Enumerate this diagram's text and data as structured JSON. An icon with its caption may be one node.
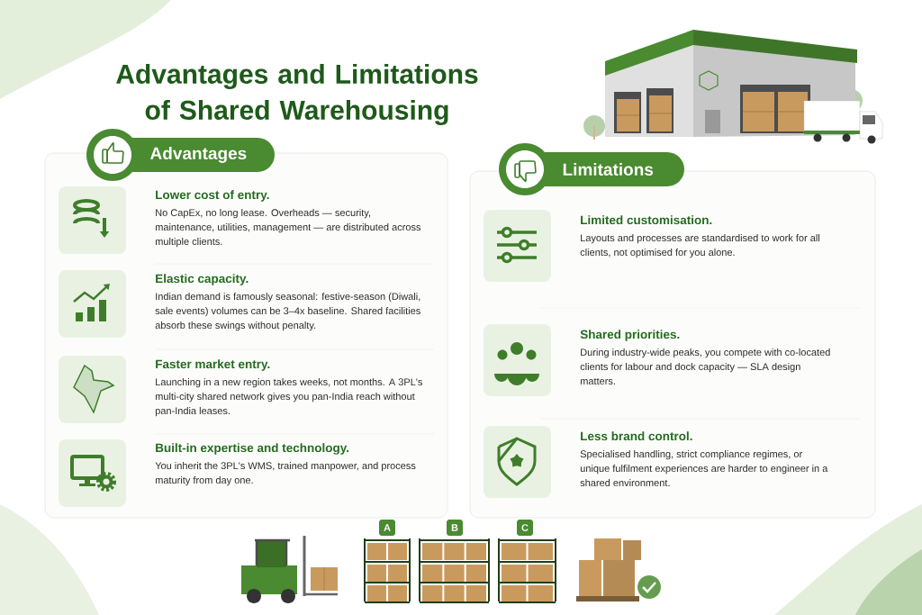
{
  "diagram": {
    "title": "Advantages and Limitations of Shared Warehousing",
    "nodes": [
      {
        "text": [
          "Advantages"
        ]
      },
      {
        "text": [
          "Lower cost of entry.",
          "No CapEx, no long lease. Overheads — security, maintenance, utilities, management — are distributed across multiple clients."
        ],
        "in": 0
      },
      {
        "text": [
          "Elastic capacity.",
          "Indian demand is famously seasonal: festive-season (Diwali, sale events) volumes can be 3–4x baseline. Shared facilities absorb these swings without penalty."
        ],
        "in": 0
      },
      {
        "text": [
          "Faster market entry.",
          "Launching in a new region takes weeks, not months. A 3PL's multi-city shared network gives you pan-India reach without pan-India leases."
        ],
        "in": 0
      },
      {
        "text": [
          "Built-in expertise and technology.",
          "You inherit the 3PL's WMS, trained manpower, and process maturity from day one."
        ],
        "in": 0
      },
      {
        "text": [
          "Limitations"
        ]
      },
      {
        "text": [
          "Limited customisation.",
          "Layouts and processes are standardised to work for all clients, not optimised for you alone."
        ],
        "in": 5
      },
      {
        "text": [
          "Shared priorities.",
          "During industry-wide peaks, you compete with co-located clients for labour and dock capacity — SLA design matters."
        ],
        "in": 5
      },
      {
        "text": [
          "Less brand control.",
          "Specialised handling, strict compliance regimes, or unique fulfilment experiences are harder to engineer in a shared environment."
        ],
        "in": 5
      },
      {
        "text": [
          "A"
        ]
      },
      {
        "text": [
          "B"
        ]
      },
      {
        "text": [
          "C"
        ]
      }
    ]
  }
}
